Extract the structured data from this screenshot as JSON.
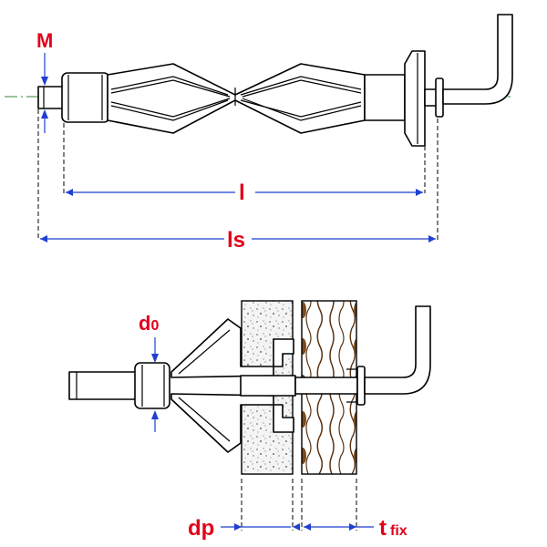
{
  "labels": {
    "M": "M",
    "l": "l",
    "ls": "ls",
    "d0_main": "d",
    "d0_sub": "0",
    "dp": "dp",
    "tfix_main": "t",
    "tfix_sub": "fix"
  },
  "colors": {
    "label": "#e0001b",
    "dimension": "#1f3fcf",
    "centerline": "#2e8b3a",
    "wood": "#7a4a1c",
    "board": "#9a9a9a"
  }
}
